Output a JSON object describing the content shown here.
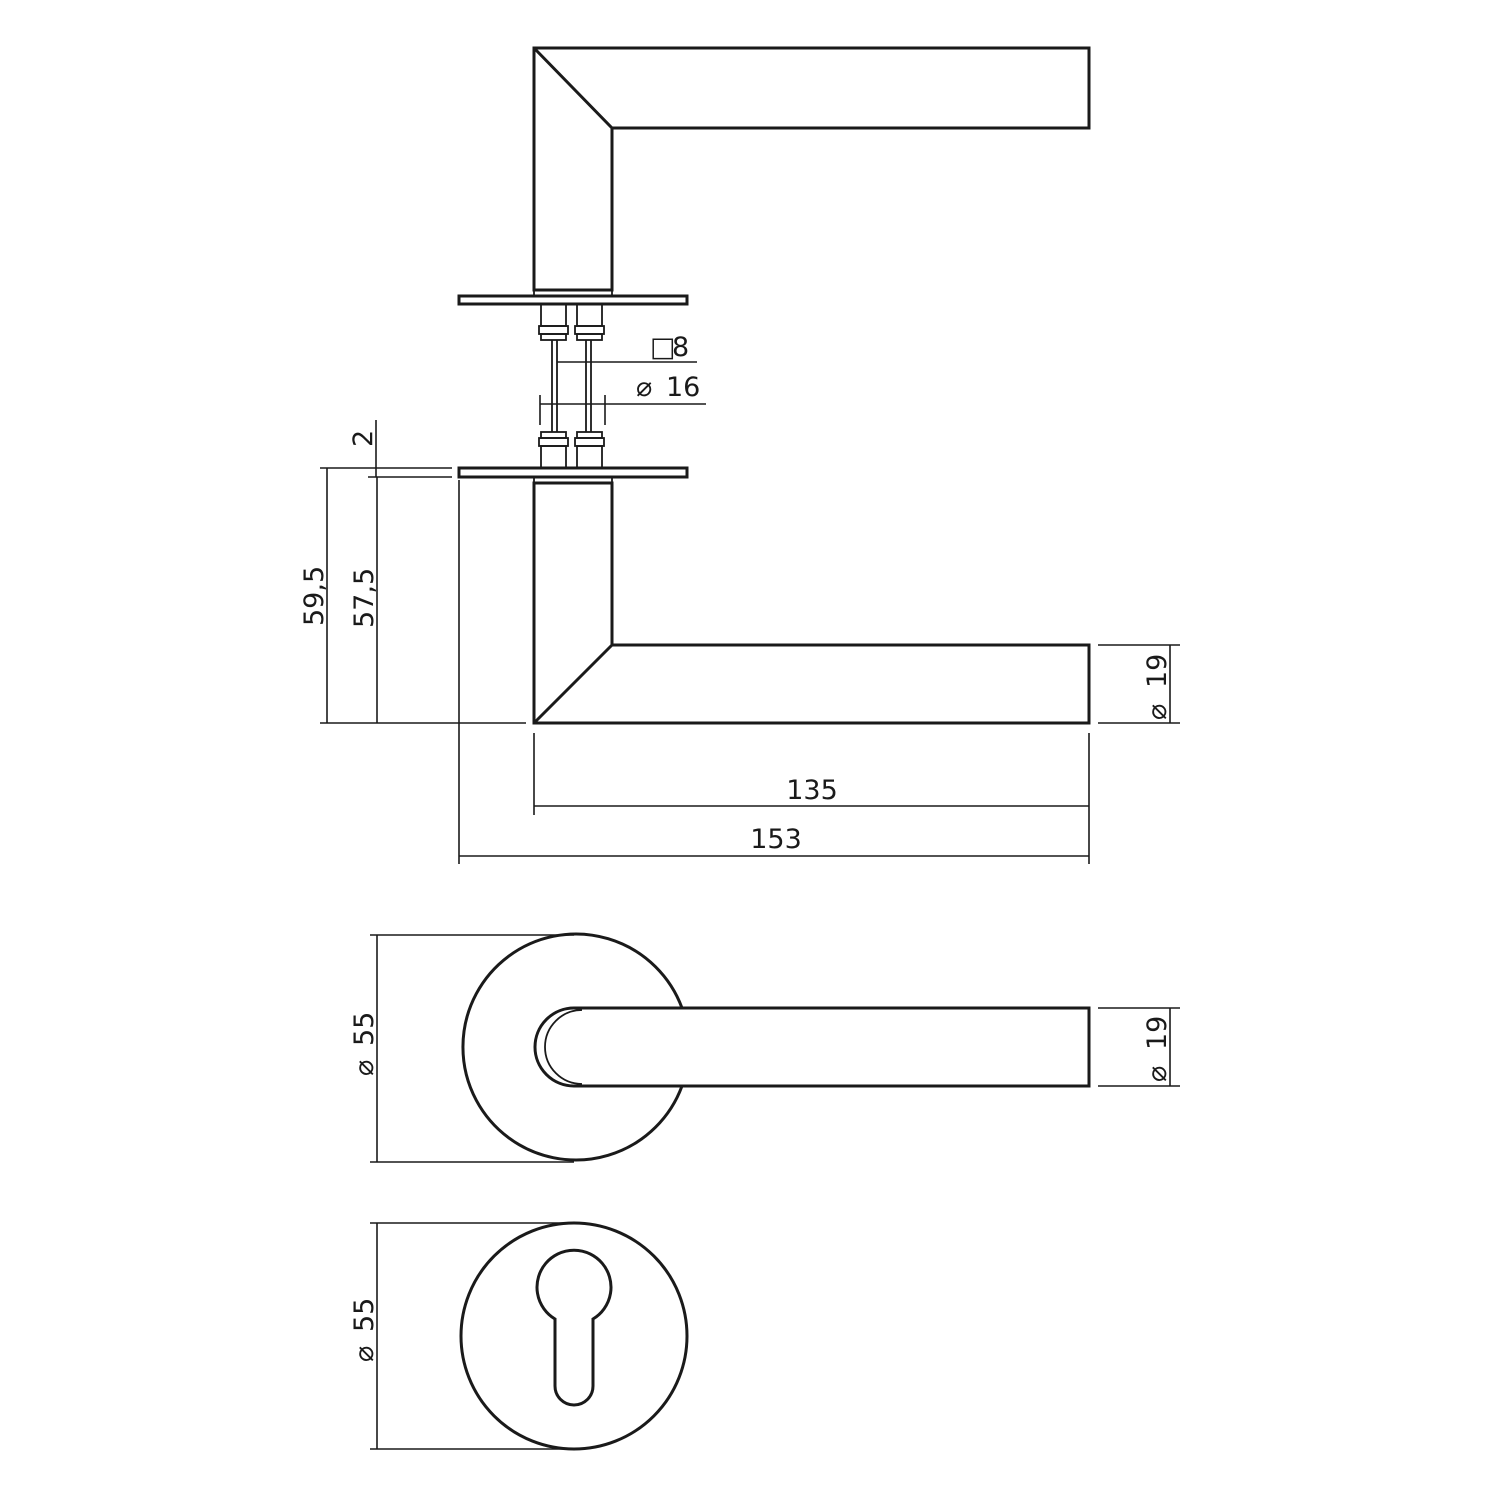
{
  "dimensions": {
    "square_spindle": "8",
    "spindle_dia": "16",
    "rose_thickness": "2",
    "height_total": "59,5",
    "height_lever": "57,5",
    "lever_dia_side": "19",
    "length_lever": "135",
    "length_total": "153",
    "rose_dia_top": "55",
    "lever_dia_top": "19",
    "escutcheon_dia": "55"
  },
  "symbols": {
    "diameter": "⌀",
    "square": "□"
  },
  "colors": {
    "line": "#1a1a1a",
    "background": "#ffffff"
  }
}
